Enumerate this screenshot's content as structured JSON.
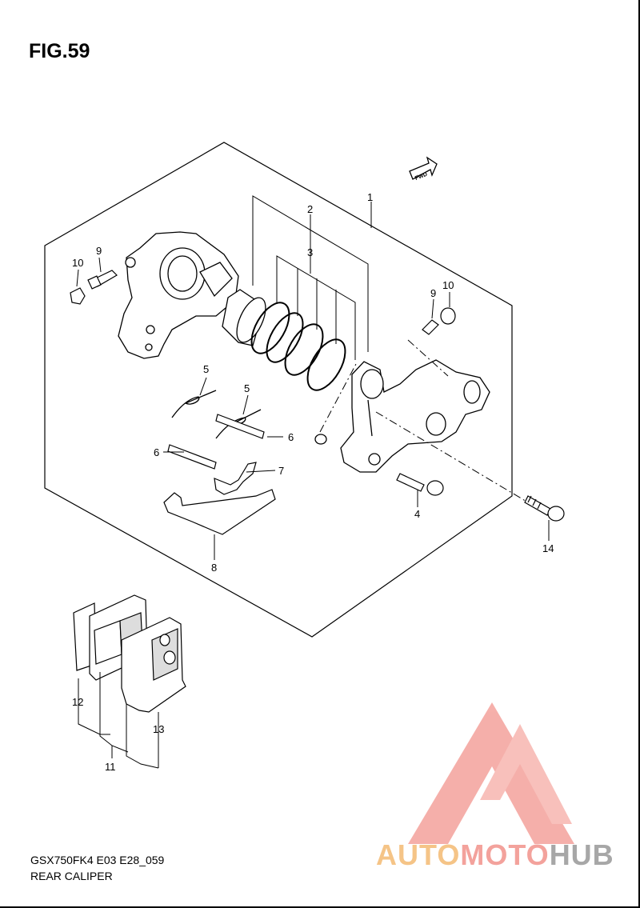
{
  "figure_label": "FIG.59",
  "fwd_label": "FWD",
  "callouts": [
    {
      "id": "c1",
      "text": "1"
    },
    {
      "id": "c2",
      "text": "2"
    },
    {
      "id": "c3",
      "text": "3"
    },
    {
      "id": "c9a",
      "text": "9"
    },
    {
      "id": "c10a",
      "text": "10"
    },
    {
      "id": "c9b",
      "text": "9"
    },
    {
      "id": "c10b",
      "text": "10"
    },
    {
      "id": "c5a",
      "text": "5"
    },
    {
      "id": "c5b",
      "text": "5"
    },
    {
      "id": "c6a",
      "text": "6"
    },
    {
      "id": "c6b",
      "text": "6"
    },
    {
      "id": "c7",
      "text": "7"
    },
    {
      "id": "c4",
      "text": "4"
    },
    {
      "id": "c8",
      "text": "8"
    },
    {
      "id": "c14",
      "text": "14"
    },
    {
      "id": "c12",
      "text": "12"
    },
    {
      "id": "c13",
      "text": "13"
    },
    {
      "id": "c11",
      "text": "11"
    }
  ],
  "footer": {
    "model_code": "GSX750FK4 E03 E28_059",
    "assembly_name": "REAR CALIPER"
  },
  "watermark": {
    "part1": "AUTO",
    "part2": "MOTO",
    "part3": "HUB",
    "colors": {
      "orange": "#f5c487",
      "red": "#f3a29c",
      "gray": "#a7a7a7"
    }
  }
}
